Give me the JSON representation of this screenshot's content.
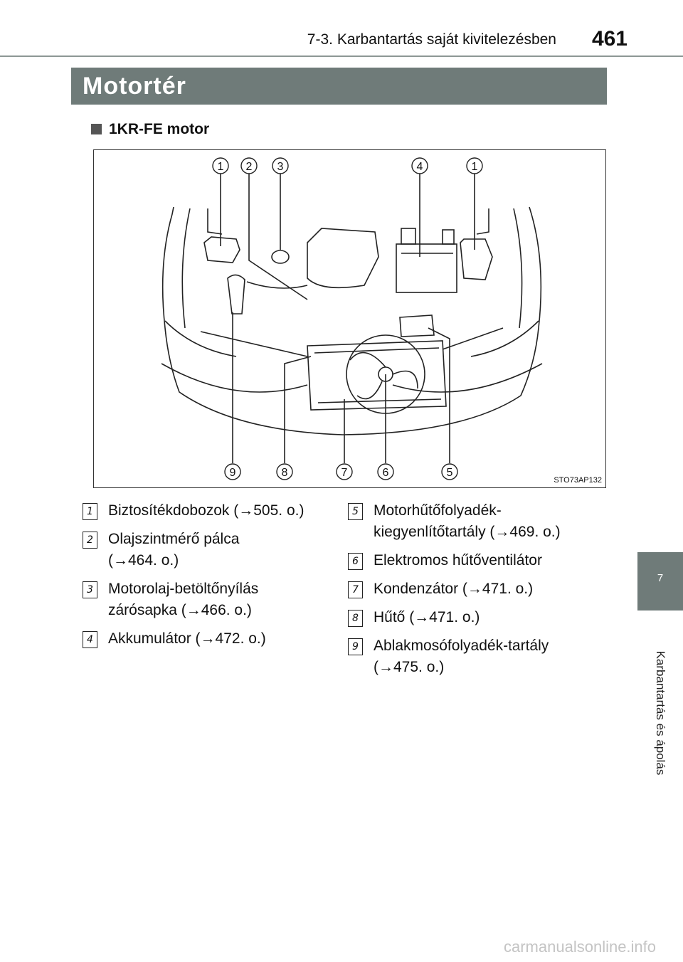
{
  "header": {
    "section_title": "7-3. Karbantartás saját kivitelezésben",
    "page_number": "461"
  },
  "title": "Motortér",
  "section_heading": "1KR-FE motor",
  "figure": {
    "code": "STO73AP132",
    "callouts_top": [
      "1",
      "2",
      "3",
      "4",
      "1"
    ],
    "callouts_bottom": [
      "9",
      "8",
      "7",
      "6",
      "5"
    ]
  },
  "side_tab": {
    "chapter_number": "7",
    "chapter_label": "Karbantartás és ápolás"
  },
  "legend_left": [
    {
      "num": "1",
      "lines": [
        "Biztosítékdobozok (→505. o.)"
      ]
    },
    {
      "num": "2",
      "lines": [
        "Olajszintmérő pálca",
        "(→464. o.)"
      ]
    },
    {
      "num": "3",
      "lines": [
        "Motorolaj-betöltőnyílás",
        "zárósapka (→466. o.)"
      ]
    },
    {
      "num": "4",
      "lines": [
        "Akkumulátor (→472. o.)"
      ]
    }
  ],
  "legend_right": [
    {
      "num": "5",
      "lines": [
        "Motorhűtőfolyadék-",
        "kiegyenlítőtartály (→469. o.)"
      ]
    },
    {
      "num": "6",
      "lines": [
        "Elektromos hűtőventilátor"
      ]
    },
    {
      "num": "7",
      "lines": [
        "Kondenzátor (→471. o.)"
      ]
    },
    {
      "num": "8",
      "lines": [
        "Hűtő (→471. o.)"
      ]
    },
    {
      "num": "9",
      "lines": [
        "Ablakmosófolyadék-tartály",
        "(→475. o.)"
      ]
    }
  ],
  "watermark": "carmanualsonline.info"
}
